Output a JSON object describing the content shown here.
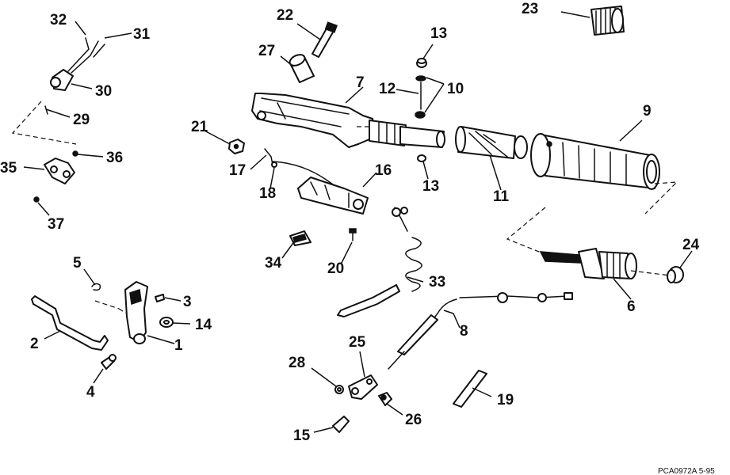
{
  "callouts": [
    {
      "num": "1"
    },
    {
      "num": "2"
    },
    {
      "num": "3"
    },
    {
      "num": "4"
    },
    {
      "num": "5"
    },
    {
      "num": "6"
    },
    {
      "num": "7"
    },
    {
      "num": "8"
    },
    {
      "num": "9"
    },
    {
      "num": "10"
    },
    {
      "num": "11"
    },
    {
      "num": "12"
    },
    {
      "num": "13"
    },
    {
      "num": "13"
    },
    {
      "num": "14"
    },
    {
      "num": "15"
    },
    {
      "num": "16"
    },
    {
      "num": "17"
    },
    {
      "num": "18"
    },
    {
      "num": "19"
    },
    {
      "num": "20"
    },
    {
      "num": "21"
    },
    {
      "num": "22"
    },
    {
      "num": "23"
    },
    {
      "num": "24"
    },
    {
      "num": "25"
    },
    {
      "num": "26"
    },
    {
      "num": "27"
    },
    {
      "num": "28"
    },
    {
      "num": "29"
    },
    {
      "num": "30"
    },
    {
      "num": "31"
    },
    {
      "num": "32"
    },
    {
      "num": "33"
    },
    {
      "num": "34"
    },
    {
      "num": "35"
    },
    {
      "num": "36"
    },
    {
      "num": "37"
    }
  ],
  "figure_code": "PCA0972A   5-95"
}
